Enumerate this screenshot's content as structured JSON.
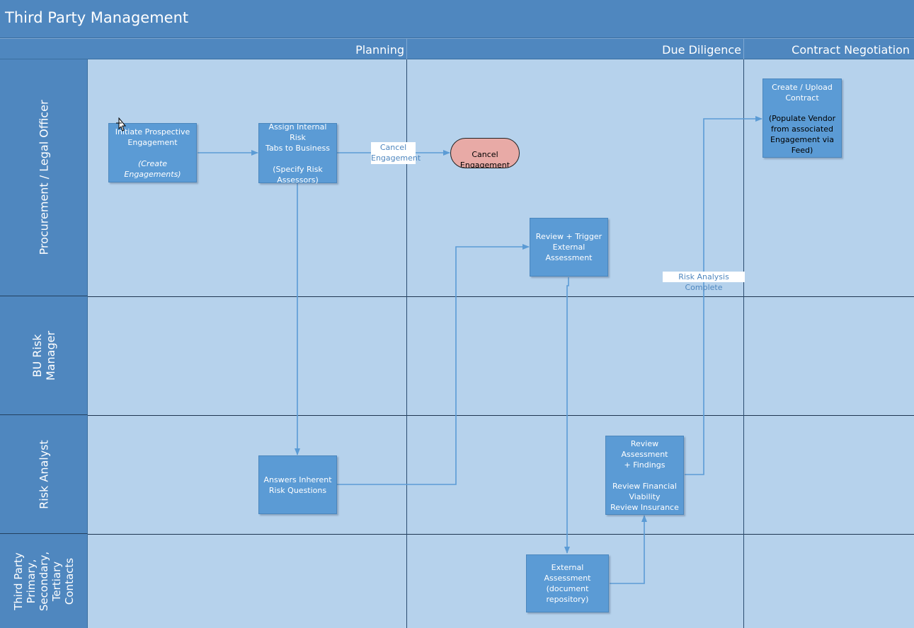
{
  "title": "Third Party Management",
  "phases": [
    "Planning",
    "Due Diligence",
    "Contract Negotiation"
  ],
  "lanes": [
    "Procurement / Legal Officer",
    "BU Risk\nManager",
    "Risk Analyst",
    "Third Party\nPrimary,\nSecondary,\nTertiary\nContacts"
  ],
  "nodes": {
    "initiate": {
      "line1": "Initiate Prospective\nEngagement",
      "line2": "(Create Engagements)"
    },
    "assign": "Assign Internal Risk\nTabs to Business\n\n(Specify Risk\nAssessors)",
    "cancel": "Cancel\nEngagement\n*add comments",
    "create_contract_title": "Create / Upload\nContract",
    "create_contract_body": "(Populate Vendor\nfrom associated\nEngagement via\nFeed)",
    "review_trigger": "Review + Trigger\nExternal Assessment",
    "answers": "Answers Inherent\nRisk Questions",
    "review_assessment": "Review Assessment\n+ Findings\n\nReview Financial\nViability\nReview Insurance",
    "external_assessment": "External Assessment\n(document\nrepository)"
  },
  "edge_labels": {
    "cancel": "Cancel\nEngagement",
    "risk_complete": "Risk Analysis Complete"
  },
  "colors": {
    "header": "#4f87bf",
    "lane_bg": "#b6d2ec",
    "box": "#5b9bd5",
    "connector": "#5b9bd5",
    "terminator": "#e8aaa6"
  }
}
